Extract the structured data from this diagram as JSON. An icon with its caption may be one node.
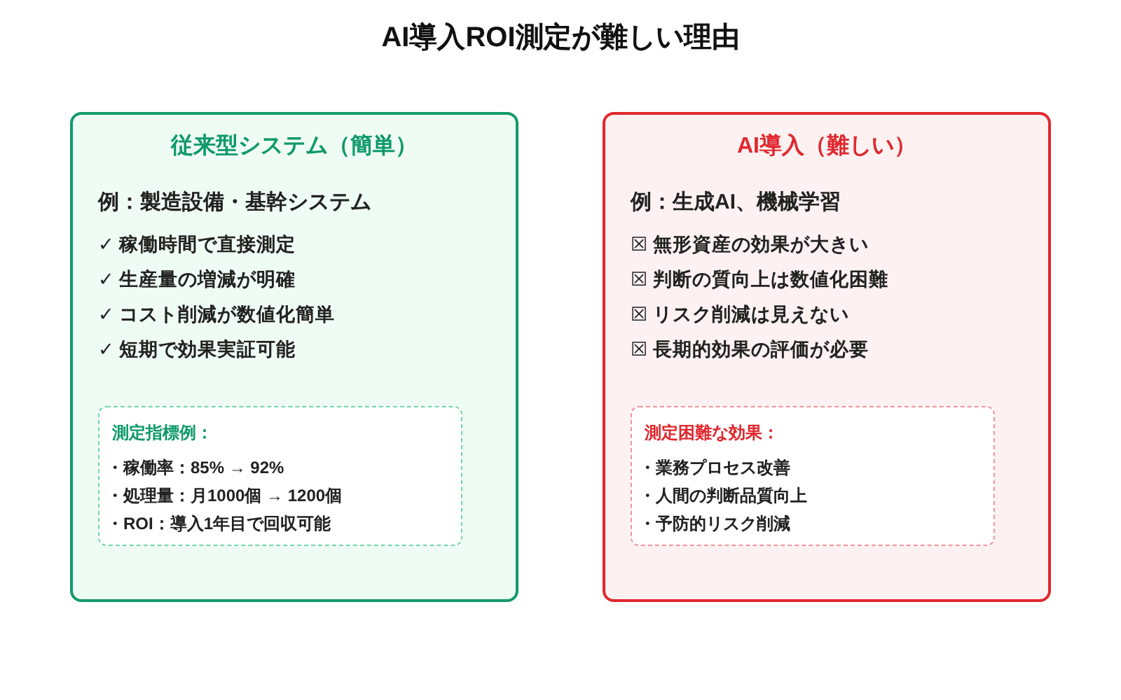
{
  "diagram": {
    "title": "AI導入ROI測定が難しい理由",
    "nodes": [
      {
        "text": [
          "従来型システム（簡単）",
          "例：製造設備・基幹システム",
          "✓ 稼働時間で直接測定",
          "✓ 生産量の増減が明確",
          "✓ コスト削減が数値化簡単",
          "✓ 短期で効果実証可能"
        ]
      },
      {
        "text": [
          "測定指標例：",
          "・稼働率：85% → 92%",
          "・処理量：月1000個 → 1200個",
          "・ROI：導入1年目で回収可能"
        ],
        "in": 0
      },
      {
        "text": [
          "AI導入（難しい）",
          "例：生成AI、機械学習",
          "☒ 無形資産の効果が大きい",
          "☒ 判断の質向上は数値化困難",
          "☒ リスク削減は見えない",
          "☒ 長期的効果の評価が必要"
        ]
      },
      {
        "text": [
          "測定困難な効果：",
          "・業務プロセス改善",
          "・人間の判断品質向上",
          "・予防的リスク削減"
        ],
        "in": 2
      }
    ]
  }
}
